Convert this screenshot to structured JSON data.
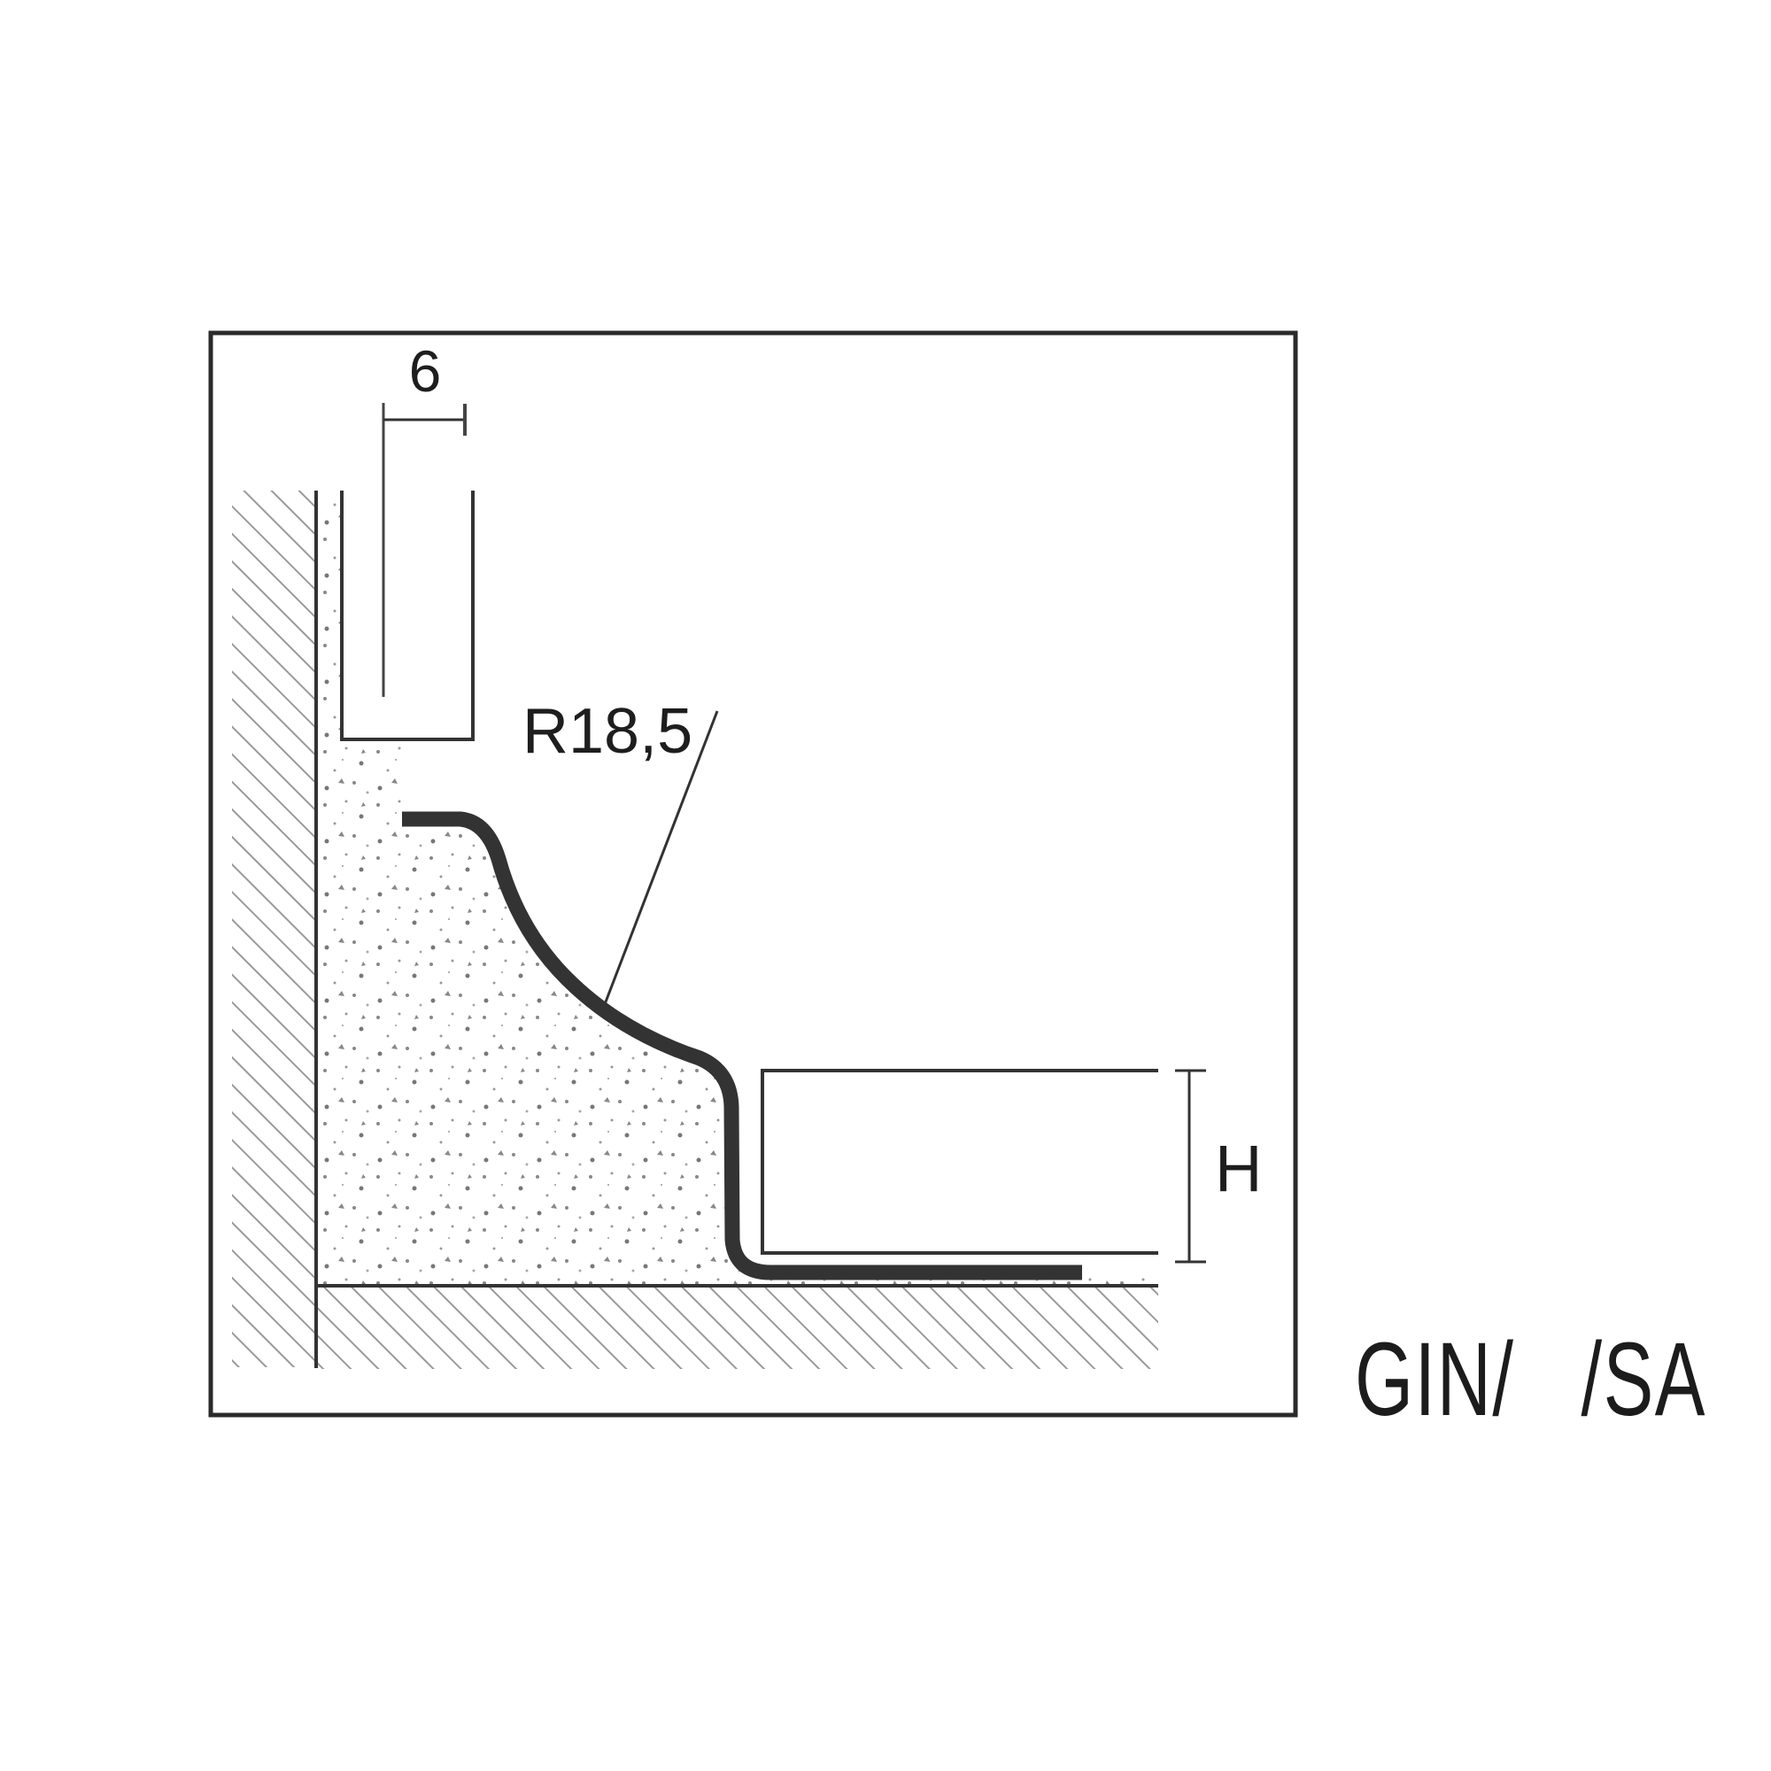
{
  "diagram": {
    "dimension_width": "6",
    "radius_label": "R18,5",
    "height_label": "H",
    "product_code": "GIN/   /SA"
  },
  "colors": {
    "line": "#222222",
    "profile": "#333333",
    "hatch": "#9a9a9a",
    "concrete_dots": "#777777"
  }
}
